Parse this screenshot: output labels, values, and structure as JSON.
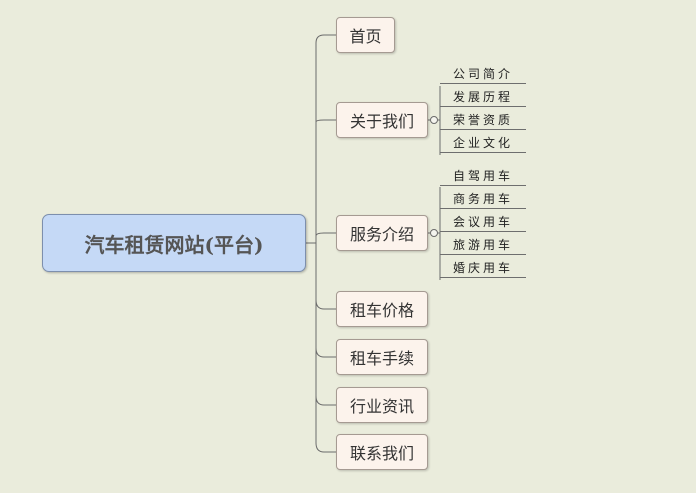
{
  "root": {
    "label": "汽车租赁网站(平台)"
  },
  "children": [
    {
      "label": "首页"
    },
    {
      "label": "关于我们",
      "subitems": [
        "公司简介",
        "发展历程",
        "荣誉资质",
        "企业文化"
      ]
    },
    {
      "label": "服务介绍",
      "subitems": [
        "自驾用车",
        "商务用车",
        "会议用车",
        "旅游用车",
        "婚庆用车"
      ]
    },
    {
      "label": "租车价格"
    },
    {
      "label": "租车手续"
    },
    {
      "label": "行业资讯"
    },
    {
      "label": "联系我们"
    }
  ]
}
